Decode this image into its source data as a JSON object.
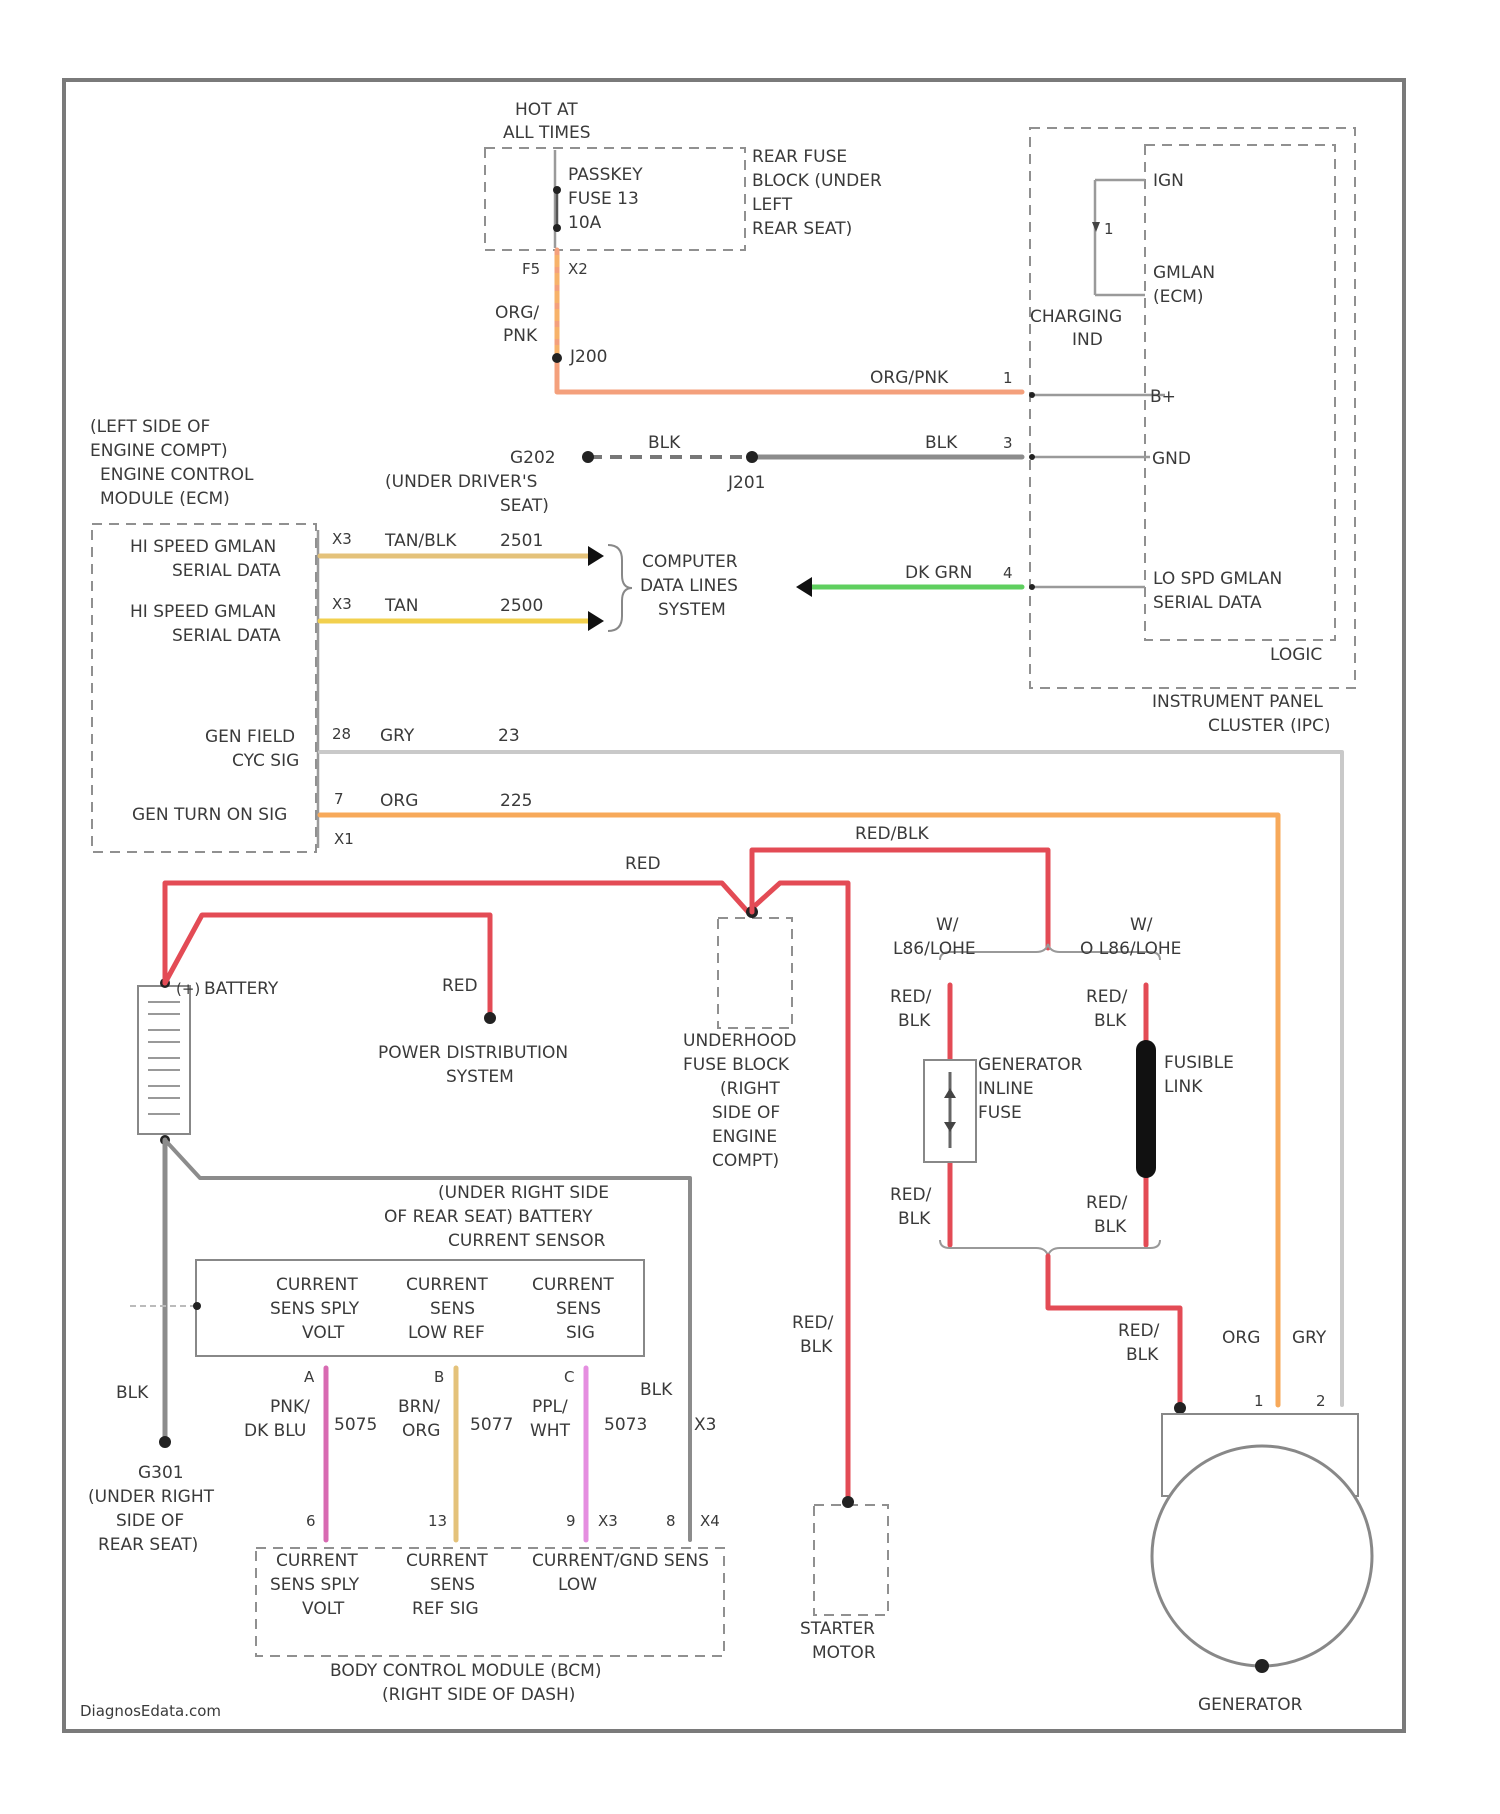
{
  "colors": {
    "red": "#e34b55",
    "orange": "#f7a95a",
    "grey": "#8c8c8c",
    "light_grey": "#c9c9c9",
    "tan": "#e4c27a",
    "yellow": "#f2d04e",
    "green": "#5fcf5f",
    "pink": "#d86ab2",
    "purple": "#e58ee0",
    "peach": "#f2966e",
    "black": "#1a1a1a"
  },
  "hot_at_all_times": [
    "HOT AT",
    "ALL TIMES"
  ],
  "rear_fuse_block": {
    "label": [
      "REAR FUSE",
      "BLOCK (UNDER",
      "LEFT",
      "REAR SEAT)"
    ],
    "fuse": [
      "PASSKEY",
      "FUSE 13",
      "10A"
    ],
    "pin": "F5",
    "connector": "X2",
    "wire": [
      "ORG/",
      "PNK"
    ],
    "splice": "J200"
  },
  "instrument_cluster": {
    "label": [
      "INSTRUMENT PANEL",
      "CLUSTER (IPC)"
    ],
    "charging_ind": [
      "CHARGING",
      "IND"
    ],
    "ign": "IGN",
    "gmlan": [
      "GMLAN",
      "(ECM)"
    ],
    "b_plus": "B+",
    "gnd": "GND",
    "lo_spd": [
      "LO SPD GMLAN",
      "SERIAL DATA"
    ],
    "logic": "LOGIC",
    "wire_b_plus": "ORG/PNK",
    "pin_b_plus": "1",
    "wire_gnd": "BLK",
    "pin_gnd": "3",
    "wire_data": "DK GRN",
    "pin_data": "4"
  },
  "ground_g202": {
    "name": "G202",
    "location": [
      "(UNDER DRIVER'S",
      "SEAT)"
    ],
    "wire": "BLK",
    "splice": "J201"
  },
  "ecm": {
    "label": [
      "(LEFT SIDE OF",
      "ENGINE COMPT)",
      "ENGINE CONTROL",
      "MODULE (ECM)"
    ],
    "hi_speed_1": [
      "HI SPEED GMLAN",
      "SERIAL DATA"
    ],
    "hi_speed_2": [
      "HI SPEED GMLAN",
      "SERIAL DATA"
    ],
    "pin_1": "X3",
    "pin_2": "X3",
    "wire_1": "TAN/BLK",
    "wire_2": "TAN",
    "circuit_1": "2501",
    "circuit_2": "2500",
    "gen_field": [
      "GEN FIELD",
      "CYC SIG"
    ],
    "gen_field_pin": "28",
    "gen_field_wire": "GRY",
    "gen_field_circuit": "23",
    "gen_turn_on": "GEN TURN ON SIG",
    "gen_turn_on_pin": "7",
    "gen_turn_on_wire": "ORG",
    "gen_turn_on_circuit": "225",
    "gen_turn_on_conn": "X1"
  },
  "computer_data_lines": [
    "COMPUTER",
    "DATA LINES",
    "SYSTEM"
  ],
  "battery": {
    "label": "BATTERY",
    "plus": "(+)",
    "wire_red_top": "RED",
    "wire_red_pds": "RED",
    "wire_blk": "BLK"
  },
  "power_distribution": [
    "POWER DISTRIBUTION",
    "SYSTEM"
  ],
  "underhood_fuse_block": [
    "UNDERHOOD",
    "FUSE BLOCK",
    "(RIGHT",
    "SIDE OF",
    "ENGINE",
    "COMPT)"
  ],
  "generator_section": {
    "top_wire": "RED/BLK",
    "left_option": [
      "W/",
      "L86/LOHE"
    ],
    "right_option": [
      "W/",
      "O L86/LOHE"
    ],
    "wire_rb_1": [
      "RED/",
      "BLK"
    ],
    "wire_rb_2": [
      "RED/",
      "BLK"
    ],
    "wire_rb_3": [
      "RED/",
      "BLK"
    ],
    "wire_rb_4": [
      "RED/",
      "BLK"
    ],
    "inline_fuse": [
      "GENERATOR",
      "INLINE",
      "FUSE"
    ],
    "fusible_link": [
      "FUSIBLE",
      "LINK"
    ],
    "wire_gen": [
      "RED/",
      "BLK"
    ],
    "wire_org": "ORG",
    "wire_gry": "GRY",
    "pin_1": "1",
    "pin_2": "2",
    "label": "GENERATOR"
  },
  "starter": {
    "wire": [
      "RED/",
      "BLK"
    ],
    "label": [
      "STARTER",
      "MOTOR"
    ]
  },
  "current_sensor": {
    "label": [
      "(UNDER RIGHT SIDE",
      "OF REAR SEAT) BATTERY",
      "CURRENT SENSOR"
    ],
    "cols": [
      [
        "CURRENT",
        "SENS SPLY",
        "VOLT"
      ],
      [
        "CURRENT",
        "SENS",
        "LOW REF"
      ],
      [
        "CURRENT",
        "SENS",
        "SIG"
      ]
    ],
    "pins": [
      "A",
      "B",
      "C"
    ]
  },
  "ground_g301": {
    "name": "G301",
    "location": [
      "(UNDER RIGHT",
      "SIDE OF",
      "REAR SEAT)"
    ],
    "wire": "BLK"
  },
  "wires_to_bcm": {
    "wire_1": [
      "PNK/",
      "DK BLU"
    ],
    "circuit_1": "5075",
    "wire_2": [
      "BRN/",
      "ORG"
    ],
    "circuit_2": "5077",
    "wire_3": [
      "PPL/",
      "WHT"
    ],
    "circuit_3": "5073",
    "wire_4": "BLK",
    "circuit_4": "X3"
  },
  "bcm": {
    "label": [
      "BODY CONTROL MODULE (BCM)",
      "(RIGHT SIDE OF DASH)"
    ],
    "pins": [
      "6",
      "13",
      "9",
      "X3",
      "8",
      "X4"
    ],
    "cols": [
      [
        "CURRENT",
        "SENS SPLY",
        "VOLT"
      ],
      [
        "CURRENT",
        "SENS",
        "REF SIG"
      ],
      [
        "CURRENT/GND SENS",
        "LOW"
      ]
    ]
  },
  "watermark": "DiagnosEdata.com"
}
